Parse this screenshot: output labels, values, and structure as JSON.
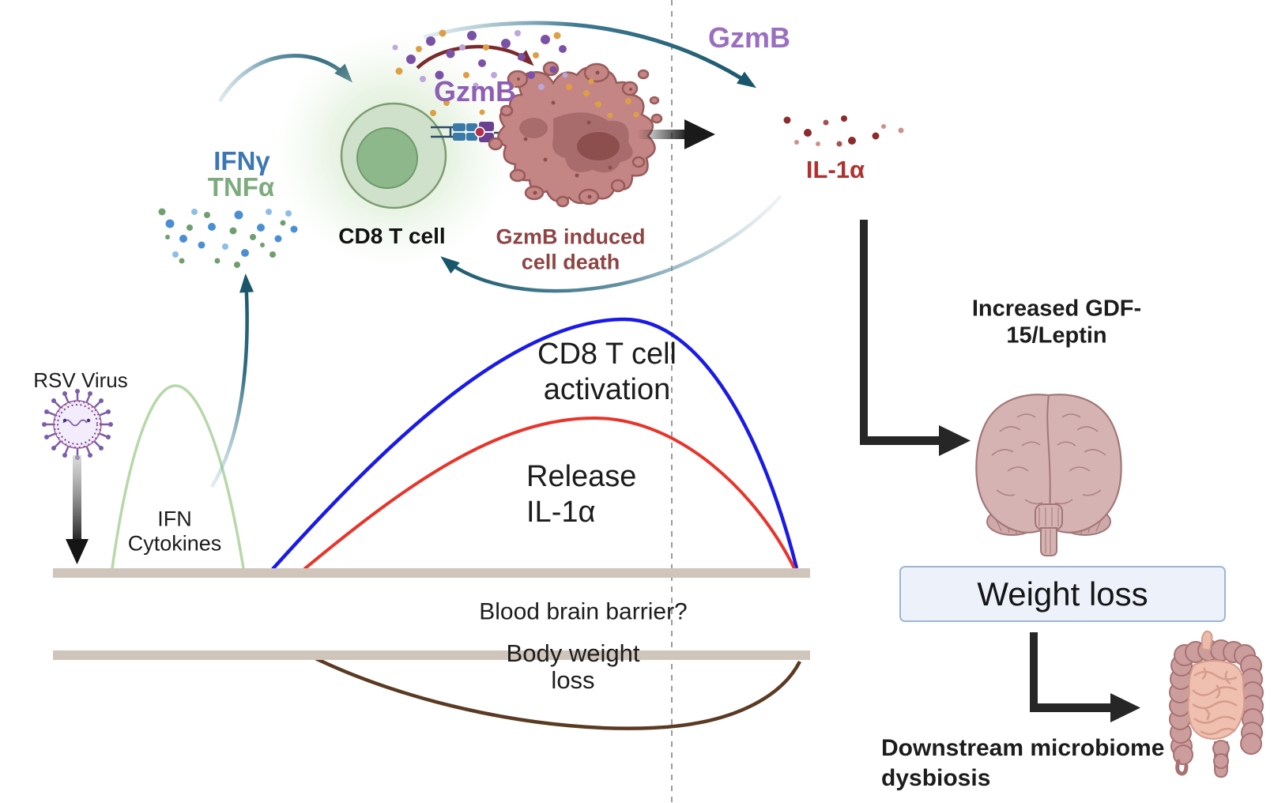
{
  "figure": {
    "description": "RSV infection immune mechanism diagram linking CD8 T cell activity to weight loss"
  },
  "top_flow": {
    "gzmb_label_cell": "GzmB",
    "gzmb_label_right": "GzmB",
    "cd8_cell_label": "CD8 T cell",
    "cell_death_label": "GzmB induced\ncell death",
    "il1a_label": "IL-1α",
    "ifng_label": "IFNγ",
    "tnfa_label": "TNFα"
  },
  "left_panel": {
    "rsv_label": "RSV Virus"
  },
  "graph": {
    "ifn_cytokines_label": "IFN\nCytokines",
    "cd8_activation_label": "CD8 T cell\nactivation",
    "release_label": "Release\nIL-1α",
    "blood_brain_barrier_label": "Blood brain barrier?",
    "body_weight_label": "Body weight\nloss",
    "curves": [
      {
        "name": "IFN cytokines",
        "color": "#b7d8a9",
        "shape": "early narrow peak above upper barrier line"
      },
      {
        "name": "CD8 T cell activation",
        "color": "#1a1ae8",
        "shape": "broad high peak above upper barrier line"
      },
      {
        "name": "Release IL-1α",
        "color": "#e8342a",
        "shape": "broad lower peak above upper barrier line"
      },
      {
        "name": "Body weight loss",
        "color": "#5a3a22",
        "shape": "inverted dip below lower barrier line"
      }
    ]
  },
  "right_panel": {
    "increased_label": "Increased GDF-15/Leptin",
    "weight_loss_label": "Weight loss",
    "downstream_label": "Downstream microbiome\ndysbiosis"
  },
  "colors": {
    "arrow_teal": "#19566b",
    "arrow_dark_red": "#7a2b2b",
    "barrier_bar_tan": "#cfc5bb",
    "curve_blue": "#1a1ae8",
    "curve_red": "#e8342a",
    "curve_green": "#b7d8a9",
    "curve_brown": "#5a3a22",
    "gzmb_purple": "#8e5fb5",
    "il1a_red": "#b23030",
    "ifng_blue": "#3c76b4",
    "tnfa_green": "#7cab7c",
    "cell_death_maroon": "#8f4343",
    "cd8_cell_green": "#cfe1ca",
    "dying_cell_rose": "#c48585",
    "brain_pink": "#d5b3b3",
    "intestine_pink": "#cc9d9d",
    "weight_loss_box_fill": "#edf2fa",
    "weight_loss_box_border": "#9db6d6"
  },
  "icons": {
    "rsv-virus-icon": "enveloped virus particle with spikes",
    "cd8-t-cell-icon": "glowing green T cell with receptor",
    "dying-cell-icon": "fragmented apoptotic cell",
    "brain-icon": "human brain front view",
    "intestine-icon": "intestines / gut",
    "granule-dots-icon": "secreted granule dots",
    "cytokine-dots-icon": "secreted cytokine dots",
    "il1a-dots-icon": "released IL-1α dots"
  }
}
